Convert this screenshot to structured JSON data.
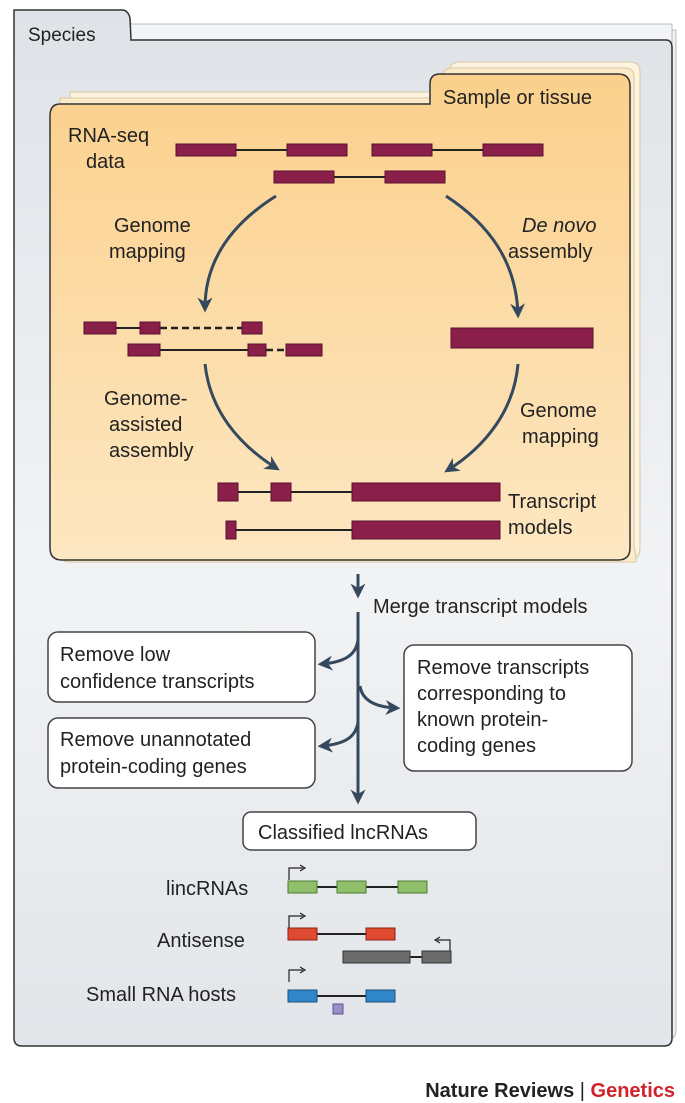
{
  "species_label": "Species",
  "sample_label": "Sample or tissue",
  "rnaseq_label": [
    "RNA-seq",
    "data"
  ],
  "genome_mapping_left": [
    "Genome",
    "mapping"
  ],
  "de_novo_label": [
    "De novo",
    "assembly"
  ],
  "genome_assisted_label": [
    "Genome-",
    "assisted",
    "assembly"
  ],
  "genome_mapping_right": [
    "Genome",
    "mapping"
  ],
  "transcript_models_label": [
    "Transcript",
    "models"
  ],
  "merge_label": "Merge transcript models",
  "remove_low_conf": [
    "Remove low",
    "confidence transcripts"
  ],
  "remove_unannotated": [
    "Remove unannotated",
    "protein-coding genes"
  ],
  "remove_known": [
    "Remove transcripts",
    "corresponding to",
    "known protein-",
    "coding genes"
  ],
  "classified_label": "Classified lncRNAs",
  "classes": [
    "lincRNAs",
    "Antisense",
    "Small RNA hosts"
  ],
  "brand": {
    "journal": "Nature Reviews",
    "separator": " | ",
    "section": "Genetics"
  },
  "colors": {
    "exon": "#8a1f4a",
    "panel_bg": "#e3e6ea",
    "sample_bg": "#fcd79c",
    "lincrna": "#8fbf6a",
    "antisense": "#e04a30",
    "antisense_gene": "#6b6b6b",
    "small_host": "#2f86c8",
    "small_rna": "#9b8fc9",
    "brand_red": "#d0242b"
  }
}
